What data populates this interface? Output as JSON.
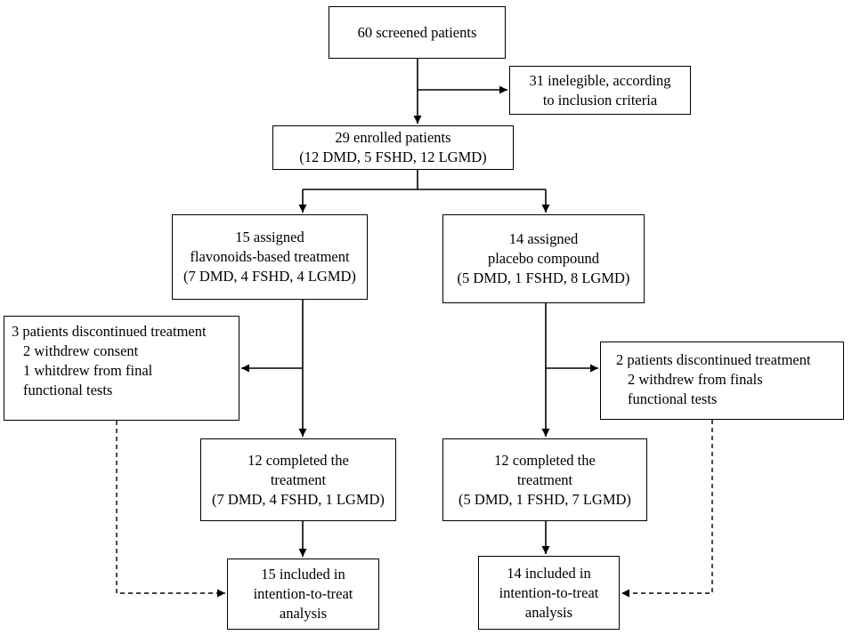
{
  "screened": {
    "line1": "60 screened patients"
  },
  "ineligible": {
    "line1": "31 inelegible, according",
    "line2": "to inclusion criteria"
  },
  "enrolled": {
    "line1": "29 enrolled patients",
    "line2": "(12 DMD, 5 FSHD, 12 LGMD)"
  },
  "assigned_flavonoids": {
    "line1": "15 assigned",
    "line2": "flavonoids-based treatment",
    "line3": "(7 DMD, 4 FSHD, 4 LGMD)"
  },
  "assigned_placebo": {
    "line1": "14 assigned",
    "line2": "placebo compound",
    "line3": "(5 DMD, 1 FSHD, 8 LGMD)"
  },
  "discontinued_left": {
    "line1": "3 patients discontinued treatment",
    "line2": "2 withdrew consent",
    "line3": "1 whitdrew from final",
    "line4": "functional tests"
  },
  "discontinued_right": {
    "line1": "2 patients discontinued treatment",
    "line2": "2 withdrew from finals",
    "line3": "functional tests"
  },
  "completed_left": {
    "line1": "12 completed the",
    "line2": "treatment",
    "line3": "(7 DMD, 4 FSHD, 1 LGMD)"
  },
  "completed_right": {
    "line1": "12 completed the",
    "line2": "treatment",
    "line3": "(5 DMD, 1 FSHD, 7 LGMD)"
  },
  "itt_left": {
    "line1": "15 included in",
    "line2": "intention-to-treat",
    "line3": "analysis"
  },
  "itt_right": {
    "line1": "14 included in",
    "line2": "intention-to-treat",
    "line3": "analysis"
  }
}
